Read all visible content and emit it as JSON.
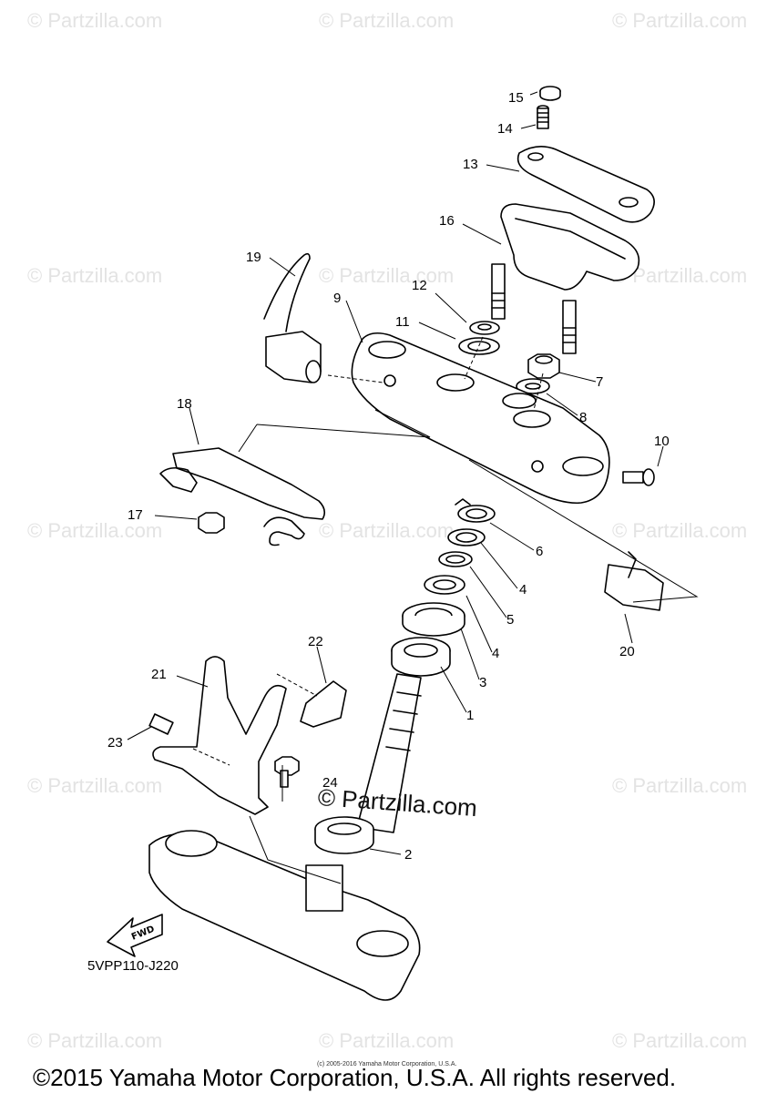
{
  "watermark": {
    "text": "© Partzilla.com",
    "color": "#e3e3e3"
  },
  "center_watermark": "© Partzilla.com",
  "diagram_code": "5VPP110-J220",
  "fwd_label": "FWD",
  "small_copyright": "(c) 2005-2016 Yamaha Motor Corporation, U.S.A.",
  "footer_copyright": "©2015 Yamaha Motor Corporation, U.S.A. All rights reserved.",
  "callouts": [
    {
      "id": "c15",
      "text": "15"
    },
    {
      "id": "c14",
      "text": "14"
    },
    {
      "id": "c13",
      "text": "13"
    },
    {
      "id": "c16",
      "text": "16"
    },
    {
      "id": "c19",
      "text": "19"
    },
    {
      "id": "c12",
      "text": "12"
    },
    {
      "id": "c9",
      "text": "9"
    },
    {
      "id": "c11",
      "text": "11"
    },
    {
      "id": "c7",
      "text": "7"
    },
    {
      "id": "c8",
      "text": "8"
    },
    {
      "id": "c18",
      "text": "18"
    },
    {
      "id": "c10",
      "text": "10"
    },
    {
      "id": "c17",
      "text": "17"
    },
    {
      "id": "c6",
      "text": "6"
    },
    {
      "id": "c4a",
      "text": "4"
    },
    {
      "id": "c5",
      "text": "5"
    },
    {
      "id": "c4b",
      "text": "4"
    },
    {
      "id": "c20",
      "text": "20"
    },
    {
      "id": "c22",
      "text": "22"
    },
    {
      "id": "c21",
      "text": "21"
    },
    {
      "id": "c3",
      "text": "3"
    },
    {
      "id": "c1",
      "text": "1"
    },
    {
      "id": "c23",
      "text": "23"
    },
    {
      "id": "c24",
      "text": "24"
    },
    {
      "id": "c2",
      "text": "2"
    }
  ]
}
